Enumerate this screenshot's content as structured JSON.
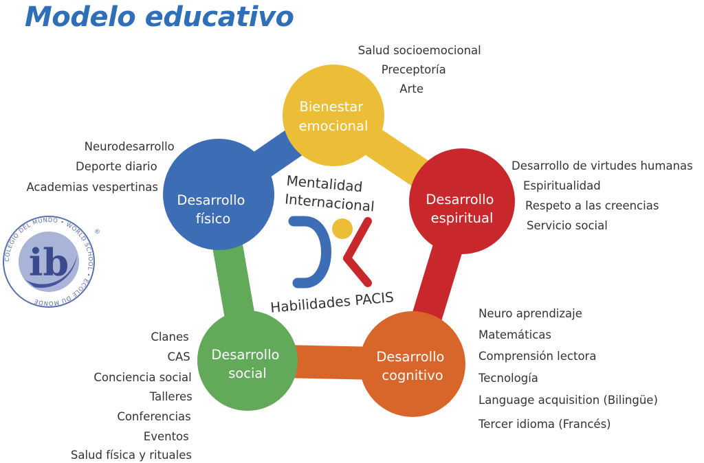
{
  "title": "Modelo educativo",
  "center": {
    "top_label": [
      "Mentalidad",
      "Internacional"
    ],
    "bottom_label": "Habilidades PACIS"
  },
  "nodes": {
    "bienestar": {
      "label": [
        "Bienestar",
        "emocional"
      ],
      "color": "#ecbd36",
      "items": [
        "Salud socioemocional",
        "Preceptoría",
        "Arte"
      ]
    },
    "espiritual": {
      "label": [
        "Desarrollo",
        "espiritual"
      ],
      "color": "#c8282c",
      "items": [
        "Desarrollo de virtudes humanas",
        "Espiritualidad",
        "Respeto a las creencias",
        "Servicio social"
      ]
    },
    "cognitivo": {
      "label": [
        "Desarrollo",
        "cognitivo"
      ],
      "color": "#d8662a",
      "items": [
        "Neuro aprendizaje",
        "Matemáticas",
        "Comprensión lectora",
        "Tecnología",
        "Language acquisition (Bilingüe)",
        "Tercer idioma (Francés)"
      ]
    },
    "social": {
      "label": [
        "Desarrollo",
        "social"
      ],
      "color": "#62a95a",
      "items": [
        "Clanes",
        "CAS",
        "Conciencia social",
        "Talleres",
        "Conferencias",
        "Eventos",
        "Salud física y rituales"
      ]
    },
    "fisico": {
      "label": [
        "Desarrollo",
        "físico"
      ],
      "color": "#3d6db5",
      "items": [
        "Neurodesarrollo",
        "Deporte diario",
        "Academias vespertinas"
      ]
    }
  },
  "ib_seal": {
    "letters": "ib",
    "ring_text": "COLEGIO DEL MUNDO • WORLD SCHOOL • ÉCOLE DU MONDE",
    "registered": "®"
  }
}
